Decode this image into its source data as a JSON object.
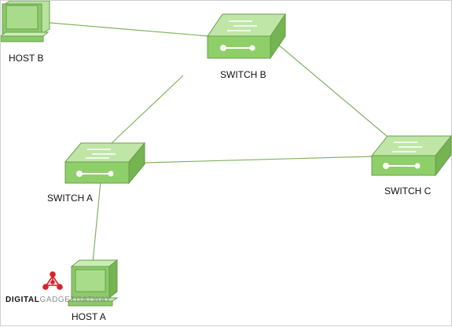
{
  "nodes": {
    "host_b": {
      "label": "HOST B"
    },
    "switch_b": {
      "label": "SWITCH B"
    },
    "switch_a": {
      "label": "SWITCH A"
    },
    "switch_c": {
      "label": "SWITCH C"
    },
    "host_a": {
      "label": "HOST A"
    }
  },
  "links": [
    [
      "host_b",
      "switch_b"
    ],
    [
      "switch_b",
      "switch_a"
    ],
    [
      "switch_b",
      "switch_c"
    ],
    [
      "switch_a",
      "switch_c"
    ],
    [
      "switch_a",
      "host_a"
    ]
  ],
  "watermark": {
    "bold": "DIGITAL",
    "light": "GADGETGATWAY"
  },
  "colors": {
    "switch_top": "#bfe6a6",
    "switch_front": "#8fcf6a",
    "switch_side": "#74b451",
    "edge": "#6a9d4c",
    "link": "#7fb35d",
    "host": "#8bc96a",
    "logo": "#d9232a"
  }
}
